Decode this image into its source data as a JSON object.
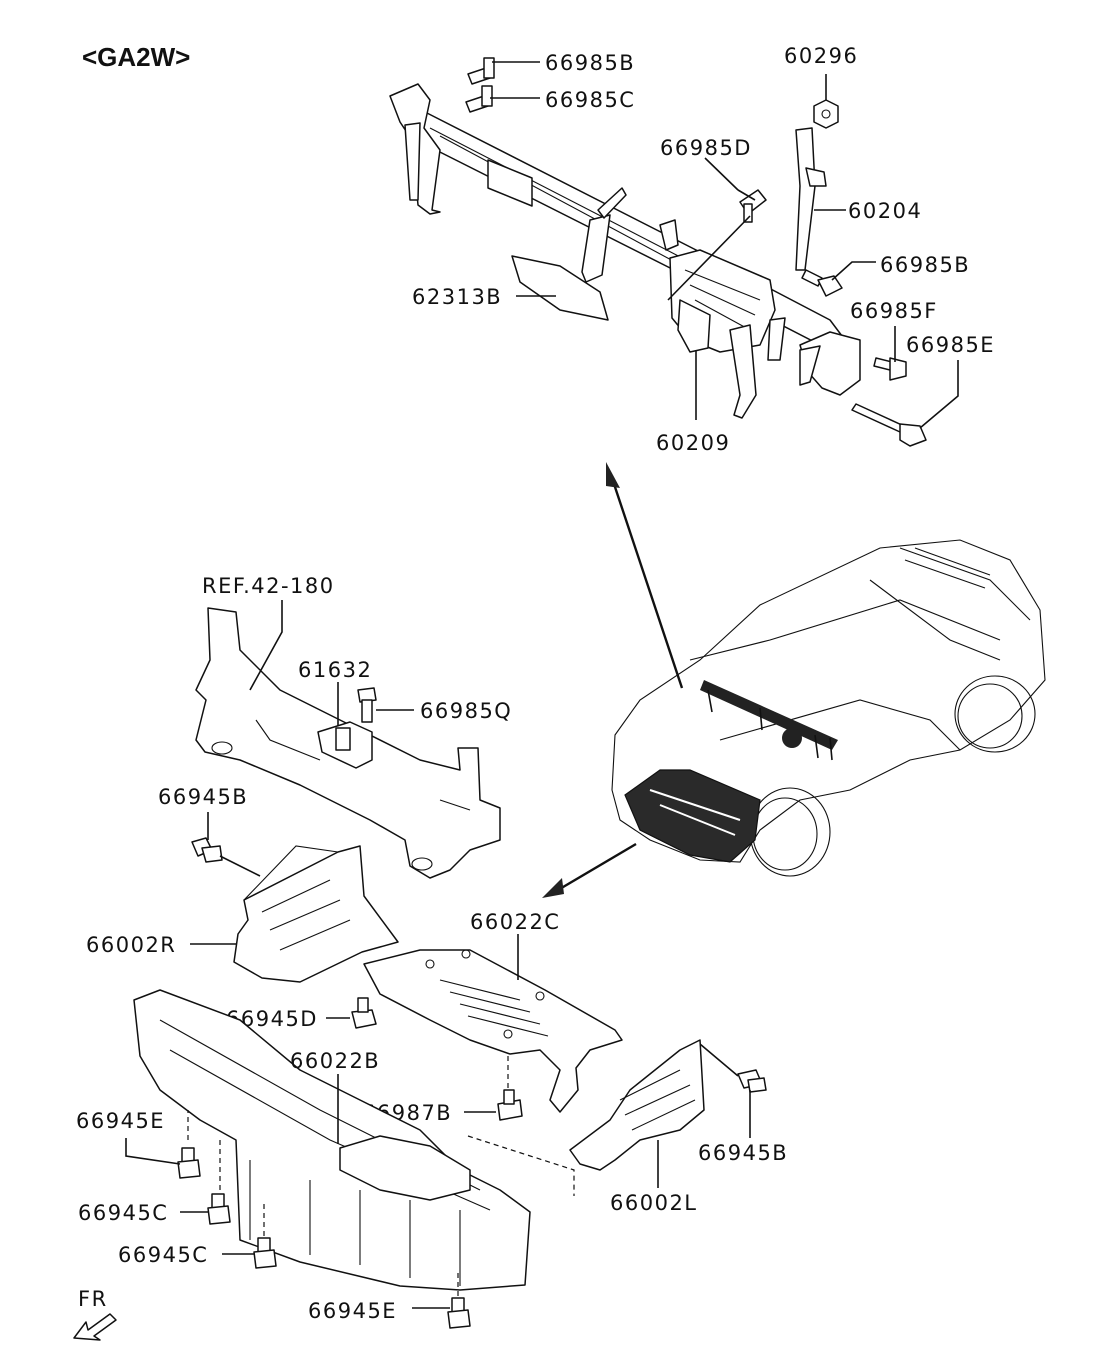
{
  "diagram": {
    "model_code": "<GA2W>",
    "front_indicator": "FR",
    "reference": "REF.42-180",
    "callouts": {
      "p66985B_top": "66985B",
      "p66985C": "66985C",
      "p60296": "60296",
      "p66985D": "66985D",
      "p60204": "60204",
      "p66985B_right": "66985B",
      "p62313B": "62313B",
      "p66985F": "66985F",
      "p66985E": "66985E",
      "p60209": "60209",
      "p61632": "61632",
      "p66985Q": "66985Q",
      "p66945B_left": "66945B",
      "p66002R": "66002R",
      "p66022C": "66022C",
      "p66945D": "66945D",
      "p66022B": "66022B",
      "p66987B": "66987B",
      "p66945E_left": "66945E",
      "p66945C_a": "66945C",
      "p66945C_b": "66945C",
      "p66945E_bottom": "66945E",
      "p66945B_right": "66945B",
      "p66002L": "66002L"
    },
    "icons": [
      "arrow-icon",
      "bolt-icon",
      "clip-icon",
      "nut-icon"
    ]
  }
}
